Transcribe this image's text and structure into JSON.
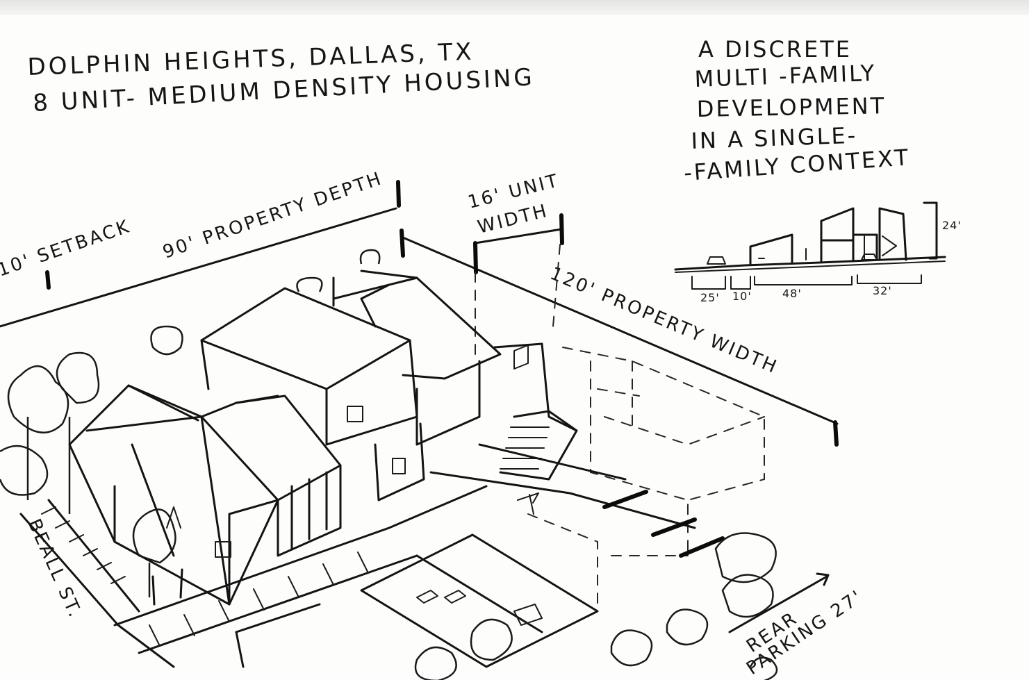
{
  "title": {
    "line1": "DOLPHIN HEIGHTS, DALLAS, TX",
    "line2": "8 UNIT- MEDIUM DENSITY HOUSING"
  },
  "tagline": {
    "line1": "A DISCRETE",
    "line2": "MULTI -FAMILY",
    "line3": "DEVELOPMENT",
    "line4": "IN A SINGLE-",
    "line5": "-FAMILY CONTEXT"
  },
  "dimensions": {
    "setback": "10' SETBACK",
    "property_depth": "90' PROPERTY DEPTH",
    "unit_width_line1": "16' UNIT",
    "unit_width_line2": "WIDTH",
    "property_width": "120' PROPERTY WIDTH",
    "rear_parking_line1": "REAR",
    "rear_parking_line2": "PARKING 27'"
  },
  "section": {
    "height": "24'",
    "segments": [
      "25'",
      "10'",
      "48'",
      "32'"
    ]
  },
  "street": {
    "name": "BEALL ST."
  }
}
